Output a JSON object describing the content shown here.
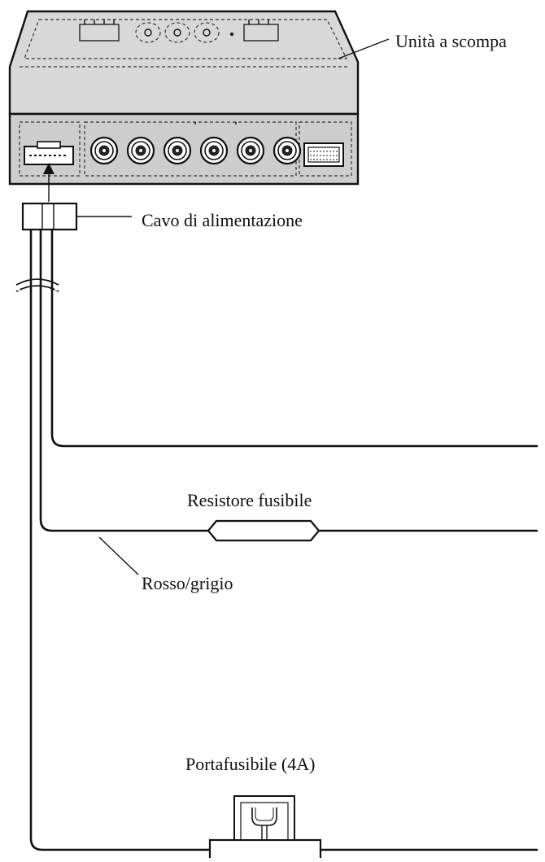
{
  "labels": {
    "hideaway_unit": "Unità a scompa",
    "power_cable": "Cavo di alimentazione",
    "fuse_resistor": "Resistore fusibile",
    "red_gray_wire": "Rosso/grigio",
    "fuse_holder": "Portafusibile (4A)"
  },
  "colors": {
    "line": "#111111",
    "unit_top": "#d6d6d6",
    "unit_front": "#cfcfcf",
    "background": "#ffffff"
  },
  "icons": [
    "hideaway-unit-icon",
    "power-connector-icon",
    "rca-jack-icon",
    "fuse-resistor-icon",
    "fuse-holder-icon"
  ],
  "rca_jack_count": 6
}
